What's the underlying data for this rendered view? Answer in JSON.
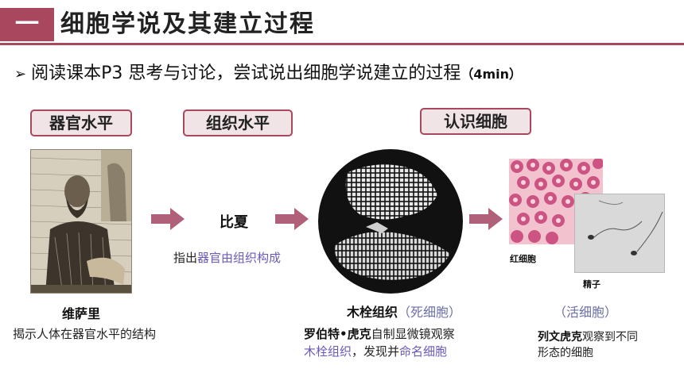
{
  "header": {
    "number": "一",
    "title": "细胞学说及其建立过程",
    "accent_color": "#a8475e"
  },
  "subtitle": {
    "arrow": "➢",
    "text": "阅读课本P3 思考与讨论，尝试说出细胞学说建立的过程",
    "time": "（4min）"
  },
  "tags": {
    "organ_level": "器官水平",
    "tissue_level": "组织水平",
    "cell_recognition": "认识细胞"
  },
  "vesalius": {
    "name": "维萨里",
    "desc": "揭示人体在器官水平的结构"
  },
  "bichat": {
    "name": "比夏",
    "desc_prefix": "指出",
    "desc_highlight": "器官由组织构成"
  },
  "hooke": {
    "caption_bold": "木栓组织",
    "caption_note": "（死细胞）",
    "desc_name": "罗伯特•虎克",
    "desc_mid": "自制显微镜观察",
    "desc_hl1": "木栓组织",
    "desc_mid2": "，发现并",
    "desc_hl2": "命名细胞"
  },
  "leeuwenhoek": {
    "label_blood": "红细胞",
    "label_sperm": "精子",
    "caption_note": "（活细胞）",
    "desc_name": "列文虎克",
    "desc_mid": "观察到不同",
    "desc_line2": "形态的细胞"
  },
  "icons": {
    "flow_arrow": "right-arrow-icon",
    "arrow_color": "#b06078"
  }
}
